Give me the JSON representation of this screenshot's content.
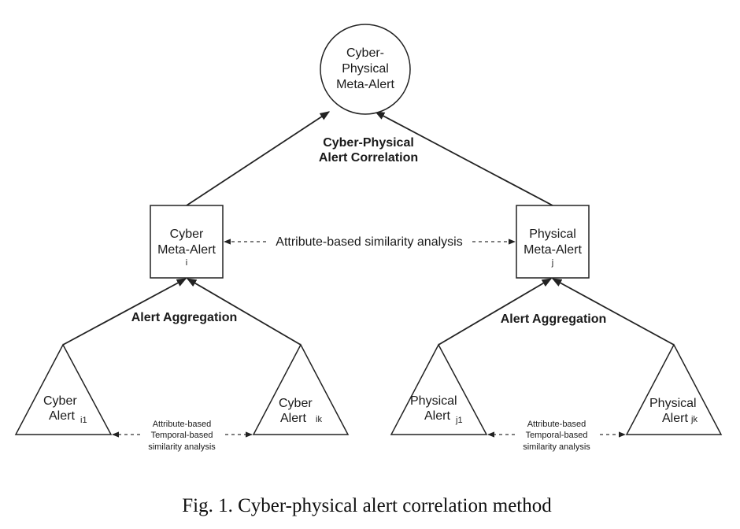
{
  "top_node": {
    "line1": "Cyber-",
    "line2": "Physical",
    "line3": "Meta-Alert"
  },
  "top_correlation": {
    "line1": "Cyber-Physical",
    "line2": "Alert Correlation"
  },
  "cyber_meta": {
    "line1": "Cyber",
    "line2": "Meta-Alert",
    "subscript": "i"
  },
  "physical_meta": {
    "line1": "Physical",
    "line2": "Meta-Alert",
    "subscript": "j"
  },
  "meta_similarity_label": "Attribute-based similarity analysis",
  "left_aggregation_label": "Alert Aggregation",
  "right_aggregation_label": "Alert Aggregation",
  "cyber_alert_1": {
    "line1": "Cyber",
    "line2": "Alert",
    "subscript": "i1"
  },
  "cyber_alert_k": {
    "line1": "Cyber",
    "line2": "Alert",
    "subscript": "ik"
  },
  "physical_alert_1": {
    "line1": "Physical",
    "line2": "Alert",
    "subscript": "j1"
  },
  "physical_alert_k": {
    "line1": "Physical",
    "line2": "Alert",
    "subscript": "jk"
  },
  "left_bottom_similarity": {
    "line1": "Attribute-based",
    "line2": "Temporal-based",
    "line3": "similarity analysis"
  },
  "right_bottom_similarity": {
    "line1": "Attribute-based",
    "line2": "Temporal-based",
    "line3": "similarity analysis"
  },
  "caption": "Fig. 1. Cyber-physical alert correlation method"
}
